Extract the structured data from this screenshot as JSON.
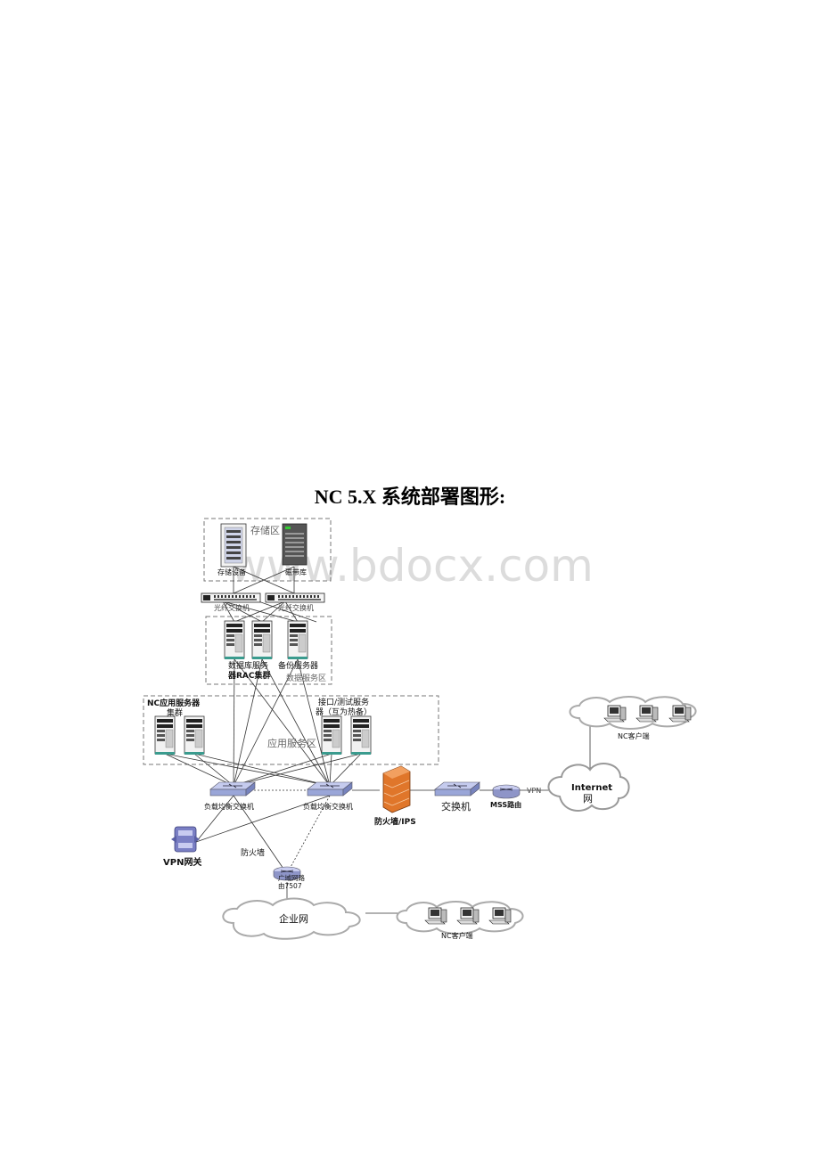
{
  "title": "NC 5.X 系统部署图形:",
  "watermark": "www.bdocx.com",
  "zones": {
    "storage": "存储区",
    "data_service": "数据服务区",
    "app_service": "应用服务区"
  },
  "devices": {
    "storage_device": "存储设备",
    "tape_library": "磁带库",
    "fiber_switch_1": "光纤交换机",
    "fiber_switch_2": "光纤交换机",
    "db_server_line1": "数据库服务",
    "db_server_line2": "器RAC集群",
    "backup_server": "备份服务器",
    "nc_app_line1": "NC应用服务器",
    "nc_app_line2": "集群",
    "interface_line1": "接口/测试服务",
    "interface_line2": "器（互为热备）",
    "lb_switch_1": "负载均衡交换机",
    "lb_switch_2": "负载均衡交换机",
    "firewall_ips": "防火墙/IPS",
    "switch": "交换机",
    "mss_router": "MSS路由",
    "vpn_link": "VPN",
    "internet_line1": "Internet",
    "internet_line2": "网",
    "nc_client_top": "NC客户端",
    "vpn_gateway": "VPN网关",
    "firewall": "防火墙",
    "wan_router_line1": "广域网路",
    "wan_router_line2": "由7507",
    "enterprise_net": "企业网",
    "nc_client_bottom": "NC客户端"
  },
  "colors": {
    "zone_border": "#777777",
    "switch_fill": "#9aa6d8",
    "router_fill": "#8e95c8",
    "firewall_orange": "#e0762a",
    "vpn_gateway": "#7a7fc4",
    "cloud_edge": "#aaaaaa"
  }
}
